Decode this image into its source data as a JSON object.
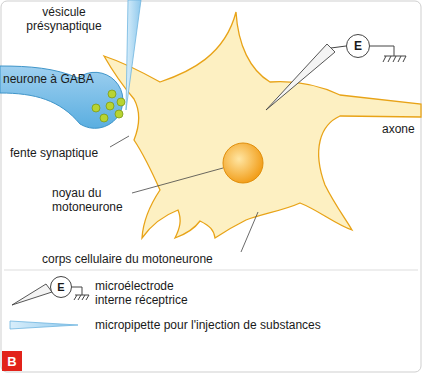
{
  "diagram": {
    "nodes": [
      {
        "text": [
          "E"
        ]
      },
      {
        "text": [
          "E"
        ]
      },
      {
        "text": [
          "B"
        ]
      }
    ],
    "labels": [
      "vésicule présynaptique",
      "neurone à GABA",
      "fente synaptique",
      "noyau du motoneurone",
      "corps cellulaire du motoneurone",
      "axone"
    ],
    "legend": [
      {
        "text": "microélectrode interne réceptrice"
      },
      {
        "text": "micropipette pour l'injection de substances"
      }
    ]
  }
}
